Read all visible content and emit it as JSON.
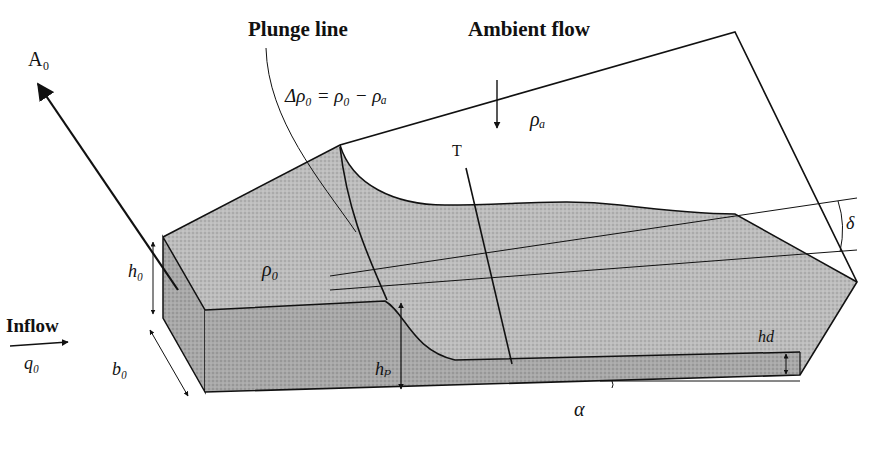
{
  "diagram": {
    "labels": [
      "Plunge line",
      "Δρ₀ = ρ₀ − ρₐ",
      "Ambient flow",
      "ρₐ",
      "A₀",
      "T",
      "δ",
      "h₀",
      "ρ₀",
      "Inflow",
      "q₀",
      "b₀",
      "hₚ",
      "hd",
      "α"
    ]
  }
}
